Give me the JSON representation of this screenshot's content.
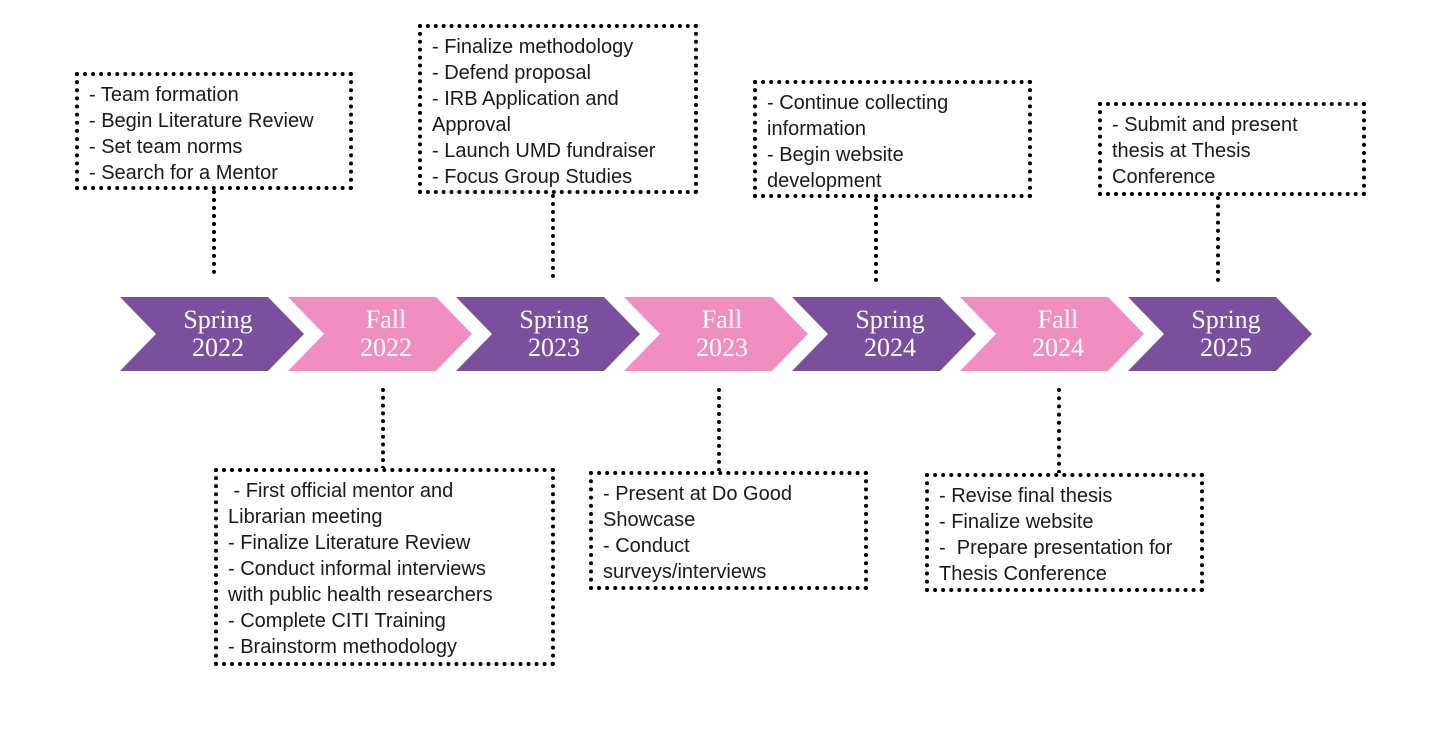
{
  "colors": {
    "spring": "#7a4f9e",
    "fall": "#f08fbf",
    "border": "#000000",
    "text": "#1a1a1a"
  },
  "periods": [
    {
      "season": "Spring",
      "year": "2022",
      "kind": "spring"
    },
    {
      "season": "Fall",
      "year": "2022",
      "kind": "fall"
    },
    {
      "season": "Spring",
      "year": "2023",
      "kind": "spring"
    },
    {
      "season": "Fall",
      "year": "2023",
      "kind": "fall"
    },
    {
      "season": "Spring",
      "year": "2024",
      "kind": "spring"
    },
    {
      "season": "Fall",
      "year": "2024",
      "kind": "fall"
    },
    {
      "season": "Spring",
      "year": "2025",
      "kind": "spring"
    }
  ],
  "milestones": {
    "spring_2022": [
      "- Team formation",
      "- Begin Literature Review",
      "- Set team norms",
      "- Search for a Mentor"
    ],
    "fall_2022": [
      " - First official mentor and",
      "Librarian meeting",
      "- Finalize Literature Review",
      "- Conduct informal interviews",
      "with public health researchers",
      "- Complete CITI Training",
      "- Brainstorm methodology"
    ],
    "spring_2023": [
      "- Finalize methodology",
      "- Defend proposal",
      "- IRB Application and",
      "Approval",
      "- Launch UMD fundraiser",
      "- Focus Group Studies"
    ],
    "fall_2023": [
      "- Present at Do Good",
      "Showcase",
      "- Conduct",
      "surveys/interviews"
    ],
    "spring_2024": [
      "- Continue collecting",
      "information",
      "- Begin website",
      "development"
    ],
    "fall_2024": [
      "- Revise final thesis",
      "- Finalize website",
      "-  Prepare presentation for",
      "Thesis Conference"
    ],
    "spring_2025": [
      "- Submit and present",
      "thesis at Thesis",
      "Conference"
    ]
  }
}
